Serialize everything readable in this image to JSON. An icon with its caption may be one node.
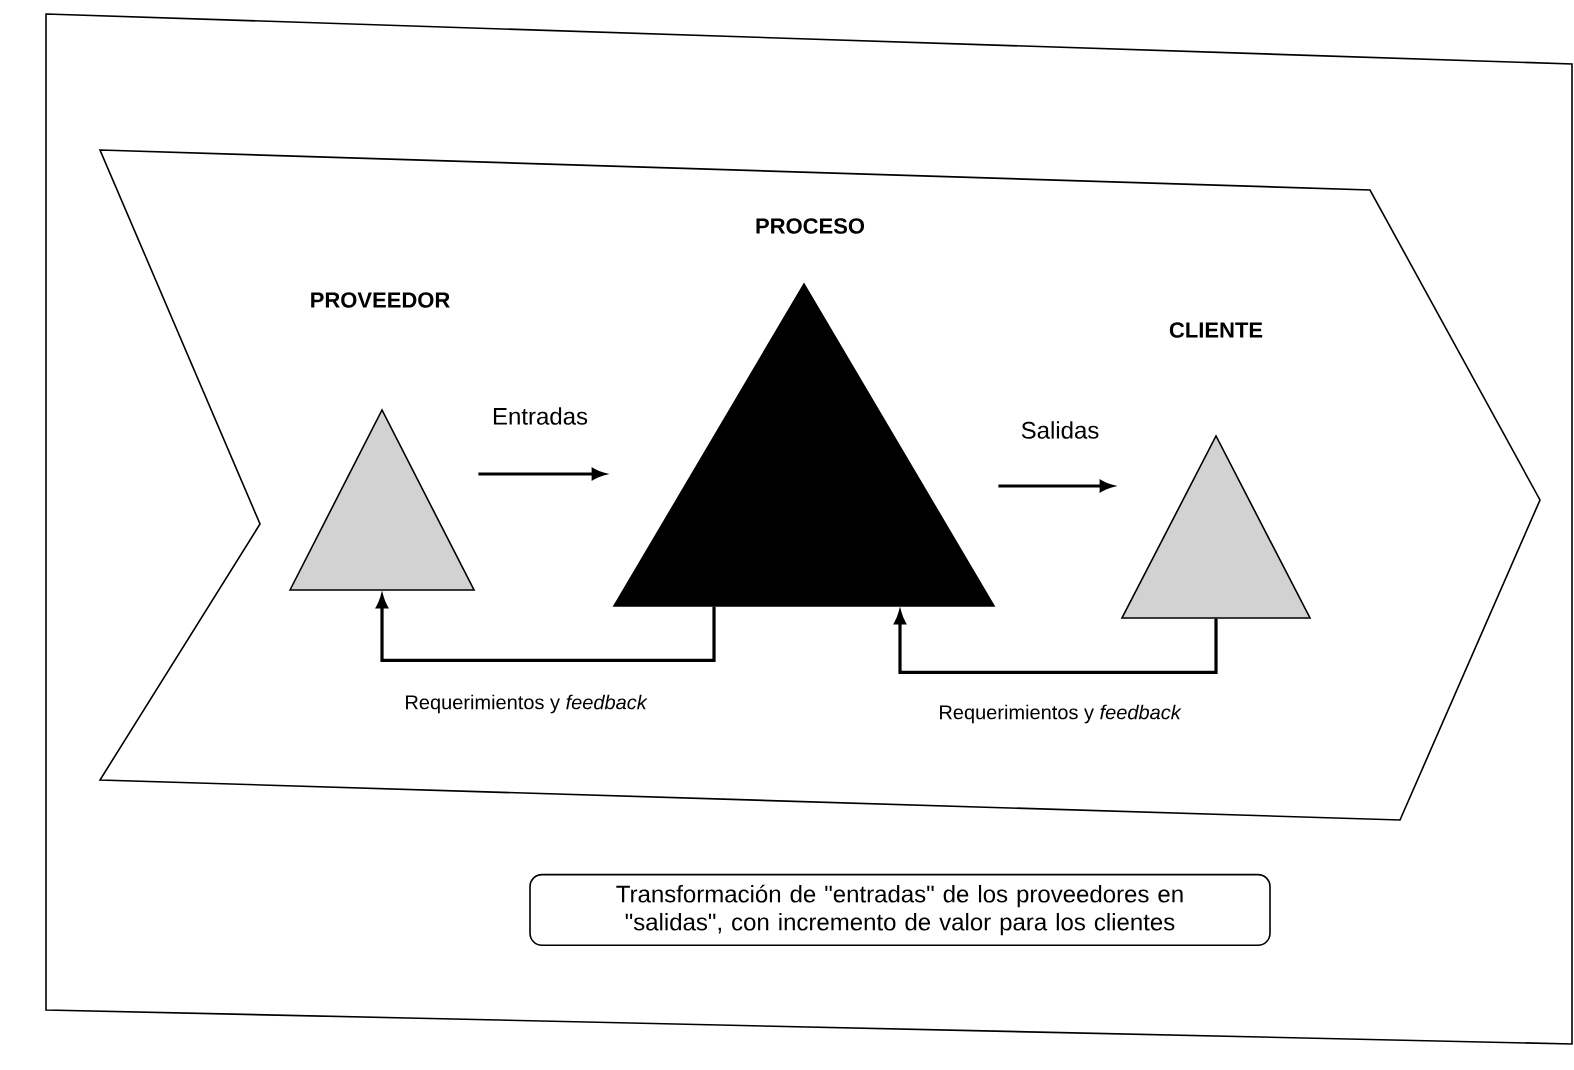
{
  "diagram": {
    "nodes": [
      {
        "text": [
          "PROVEEDOR"
        ]
      },
      {
        "text": [
          "PROCESO"
        ]
      },
      {
        "text": [
          "CLIENTE"
        ]
      },
      {
        "text": [
          "Transformación de \"entradas\" de los proveedores en \"salidas\", con incremento de valor para los clientes"
        ]
      }
    ],
    "edges": [
      {
        "from": 0,
        "to": 1,
        "arrow": "to",
        "label": "Entradas"
      },
      {
        "from": 1,
        "to": 2,
        "arrow": "to",
        "label": "Salidas"
      },
      {
        "from": 1,
        "to": 0,
        "arrow": "to",
        "label": "Requerimientos y *feedback*"
      },
      {
        "from": 2,
        "to": 1,
        "arrow": "to",
        "label": "Requerimientos y *feedback*"
      }
    ]
  }
}
